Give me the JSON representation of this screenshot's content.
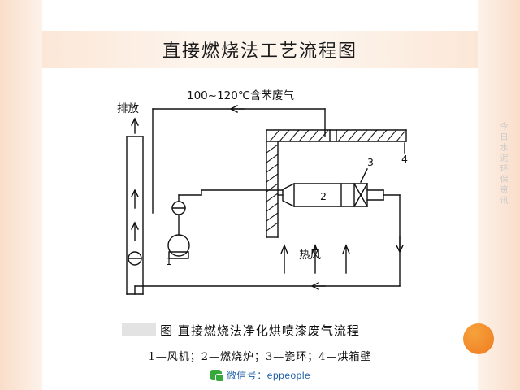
{
  "slide": {
    "title": "直接燃烧法工艺流程图",
    "caption_main": "图  直接燃烧法净化烘喷漆废气流程",
    "caption_legend": "1—风机；2—燃烧炉；3—瓷环；4—烘箱壁",
    "side_watermark": "今日水泥环保资讯",
    "footer_text": "微信号：eppeople",
    "footer_icon": "wechat-icon",
    "accent_color": "#ef7b1f",
    "band_color": "#fbe3d2"
  },
  "diagram": {
    "labels": {
      "inlet_gas": "100~120℃含苯废气",
      "discharge": "排放",
      "hot_air": "热风",
      "n1": "1",
      "n2": "2",
      "n3": "3",
      "n4": "4"
    }
  }
}
